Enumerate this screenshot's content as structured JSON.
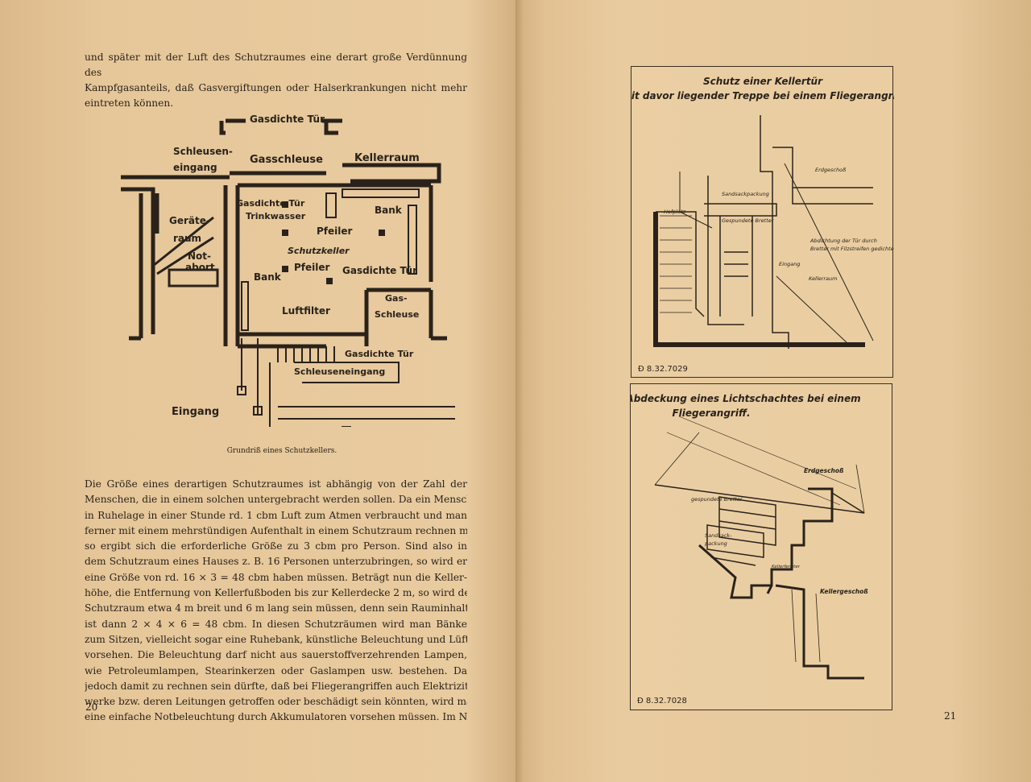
{
  "left_page": {
    "intro_lines": [
      "und später mit der Luft des Schutzraumes eine derart große Verdünnung des",
      "Kampfgasanteils, daß Gasvergiftungen oder Halserkrankungen nicht mehr",
      "eintreten können."
    ],
    "figure": {
      "labels": {
        "gasdichte_tuer_top": "Gasdichte Tür",
        "schleusen": "Schleusen-",
        "eingang_small": "eingang",
        "gasschleuse": "Gasschleuse",
        "kellerraum": "Kellerraum",
        "geraete": "Geräte-",
        "raum": "raum",
        "gasdichte_tuer_mid": "Gasdichte Tür",
        "trinkwasser": "Trinkwasser",
        "bank_right": "Bank",
        "pfeiler_top": "Pfeiler",
        "schutzkeller": "Schutzkeller",
        "not": "Not-",
        "abort": "abort",
        "pfeiler_mid": "Pfeiler",
        "gasdichte_tuer_right": "Gasdichte Tür",
        "bank_left": "Bank",
        "gas": "Gas-",
        "schleuse": "Schleuse",
        "luftfilter": "Luftfilter",
        "gasdichte_tuer_bottom": "Gasdichte Tür",
        "schleuseneingang": "Schleuseneingang",
        "eingang": "Eingang"
      },
      "caption": "Grundriß eines Schutzkellers."
    },
    "body_lines": [
      "Die Größe eines derartigen Schutzraumes ist abhängig von der Zahl der",
      "Menschen, die in einem solchen untergebracht werden sollen. Da ein Mensch",
      "in Ruhelage in einer Stunde rd. 1 cbm Luft zum Atmen verbraucht und man",
      "ferner mit einem mehrstündigen Aufenthalt in einem Schutzraum rechnen muß,",
      "so ergibt sich die erforderliche Größe zu 3 cbm pro Person. Sind also in",
      "dem Schutzraum eines Hauses z. B. 16 Personen unterzubringen, so wird er",
      "eine Größe von rd. 16 × 3 = 48 cbm haben müssen. Beträgt nun die Keller-",
      "höhe, die Entfernung von Kellerfußboden bis zur Kellerdecke 2 m, so wird der",
      "Schutzraum etwa 4 m breit und 6 m lang sein müssen, denn sein Rauminhalt",
      "ist dann 2 × 4 × 6 = 48 cbm. In diesen Schutzräumen wird man Bänke",
      "zum Sitzen, vielleicht sogar eine Ruhebank, künstliche Beleuchtung und Lüftung",
      "vorsehen. Die Beleuchtung darf nicht aus sauerstoffverzehrenden Lampen,",
      "wie Petroleumlampen, Stearinkerzen oder Gaslampen usw. bestehen. Da",
      "jedoch damit zu rechnen sein dürfte, daß bei Fliegerangriffen auch Elektrizitäts-",
      "werke bzw. deren Leitungen getroffen oder beschädigt sein könnten, wird man",
      "eine einfache Notbeleuchtung durch Akkumulatoren vorsehen müssen. Im Not-"
    ],
    "page_number": "20"
  },
  "right_page": {
    "figure_top": {
      "title_line1": "Schutz einer Kellertür",
      "title_line2": "mit davor liegender Treppe bei einem Fliegerangriff",
      "labels": {
        "erdgeschoss": "Erdgeschoß",
        "sandsackpackung": "Sandsackpackung",
        "hofplatz": "Hofplatz",
        "gespundete_bretter": "Gespundete Bretter",
        "abdichtung_line1": "Abdichtung der Tür durch",
        "abdichtung_line2": "Bretter mit Filzstreifen gedichtet",
        "eingang": "Eingang",
        "kellerraum": "Kellerraum"
      },
      "code": "Ɖ 8.32.7029"
    },
    "figure_bottom": {
      "title_line1": "Abdeckung eines Lichtschachtes bei einem",
      "title_line2": "Fliegerangriff.",
      "labels": {
        "erdgeschoss": "Erdgeschoß",
        "gespundete_bretter": "gespundete Bretter",
        "sandsack1": "Sandsack-",
        "sandsack2": "packung",
        "kellerfenster": "Kellerfenster",
        "kellergeschoss": "Kellergeschoß"
      },
      "code": "Ɖ 8.32.7028"
    },
    "page_number": "21"
  }
}
